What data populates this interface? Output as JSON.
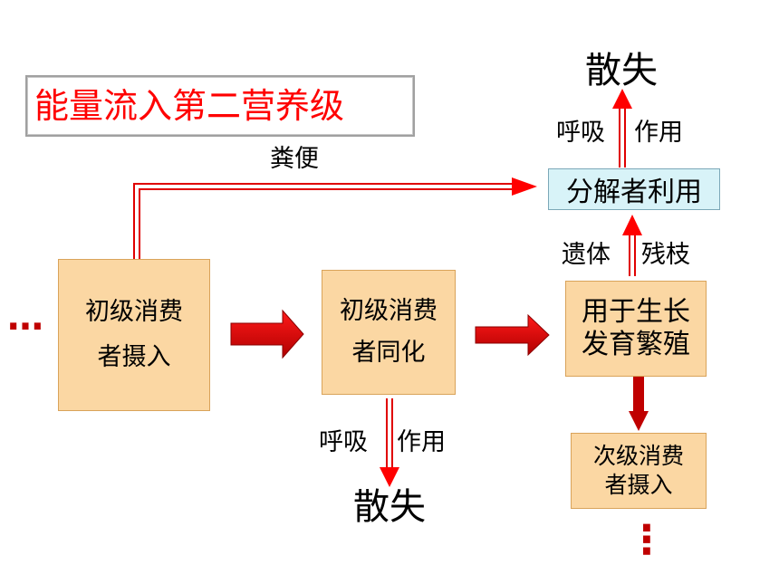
{
  "title": "能量流入第二营养级",
  "feces_label": "粪便",
  "boxes": {
    "intake_line1": "初级消费",
    "intake_line2": "者摄入",
    "assim_line1": "初级消费",
    "assim_line2": "者同化",
    "growth_line1": "用于生长",
    "growth_line2": "发育繁殖",
    "secondary_line1": "次级消费",
    "secondary_line2": "者摄入",
    "decomposer": "分解者利用"
  },
  "respiration_left": "呼吸",
  "respiration_right": "作用",
  "dissipate": "散失",
  "remains_left": "遗体",
  "remains_right": "残枝",
  "ellipsis_h": "…",
  "ellipsis_v": "⋮"
}
